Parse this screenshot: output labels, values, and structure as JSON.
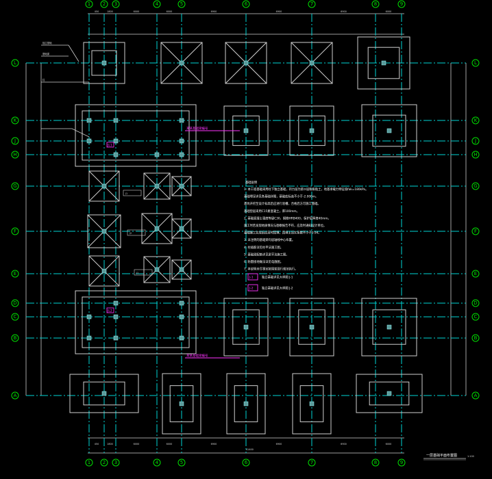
{
  "drawing": {
    "title": "一层基础平面布置图",
    "scale": "1:100",
    "top_dims": [
      "450",
      "1800",
      "6000",
      "6000",
      "6900",
      "6900",
      "6900",
      "6000"
    ],
    "bottom_dims": [
      "450",
      "1800",
      "6000",
      "6000",
      "6900",
      "6900",
      "6900",
      "6000"
    ],
    "total_dim": "41400"
  },
  "axes": {
    "vertical": [
      "1",
      "2",
      "3",
      "4",
      "5",
      "6",
      "7",
      "8",
      "9"
    ],
    "horizontal": [
      "A",
      "B",
      "C",
      "D",
      "E",
      "F",
      "G",
      "H",
      "J",
      "K",
      "L"
    ]
  },
  "labels": {
    "top_band": "某某基础梁编号",
    "bottom_band": "某某基础梁编号",
    "small_1": "J1",
    "small_2": "J2",
    "tag_1": "JL1",
    "tag_2": "JL2",
    "legend_1": "J-1",
    "legend_2": "J-2",
    "leader_1": "独立基础",
    "leader_2": "基础梁",
    "leader_3": "柱"
  },
  "notes": {
    "heading": "基础说明",
    "lines": [
      "1. 本工程基础采用柱下独立基础，持力层为第②层粉质粘土，地基承载力特征值fak=180kPa。",
      "   基础埋深详见各基础详图，基础底标高不小于-2.000m。",
      "   基坑开挖至设计标高后应进行验槽，合格后方可施工基础。",
      "   基础垫层采用C15素混凝土，厚100mm。",
      "2. 基础混凝土强度等级C30，钢筋HRB400，保护层厚度40mm。",
      "   施工时若发现地质情况与勘察报告不符，应及时通知设计单位。",
      "   基础施工完成后应及时回填，回填土压实系数不小于0.94。",
      "3. 未注明的基础梁均居轴线中心布置。",
      "4. 柱插筋详见柱平法施工图。",
      "5. 基础梁配筋详见梁平法施工图。",
      "6. 防雷接地做法详见电施图。",
      "7. 本说明未尽事宜按国家现行规范执行。"
    ],
    "legend_desc_1": "独立基础详见大样图 J-1",
    "legend_desc_2": "独立基础详见大样图 J-2"
  },
  "colors": {
    "background": "#000000",
    "axis": "#00d6d6",
    "bubble": "#00e000",
    "outline": "#cfcfcf",
    "annotation": "#ff33ff"
  }
}
